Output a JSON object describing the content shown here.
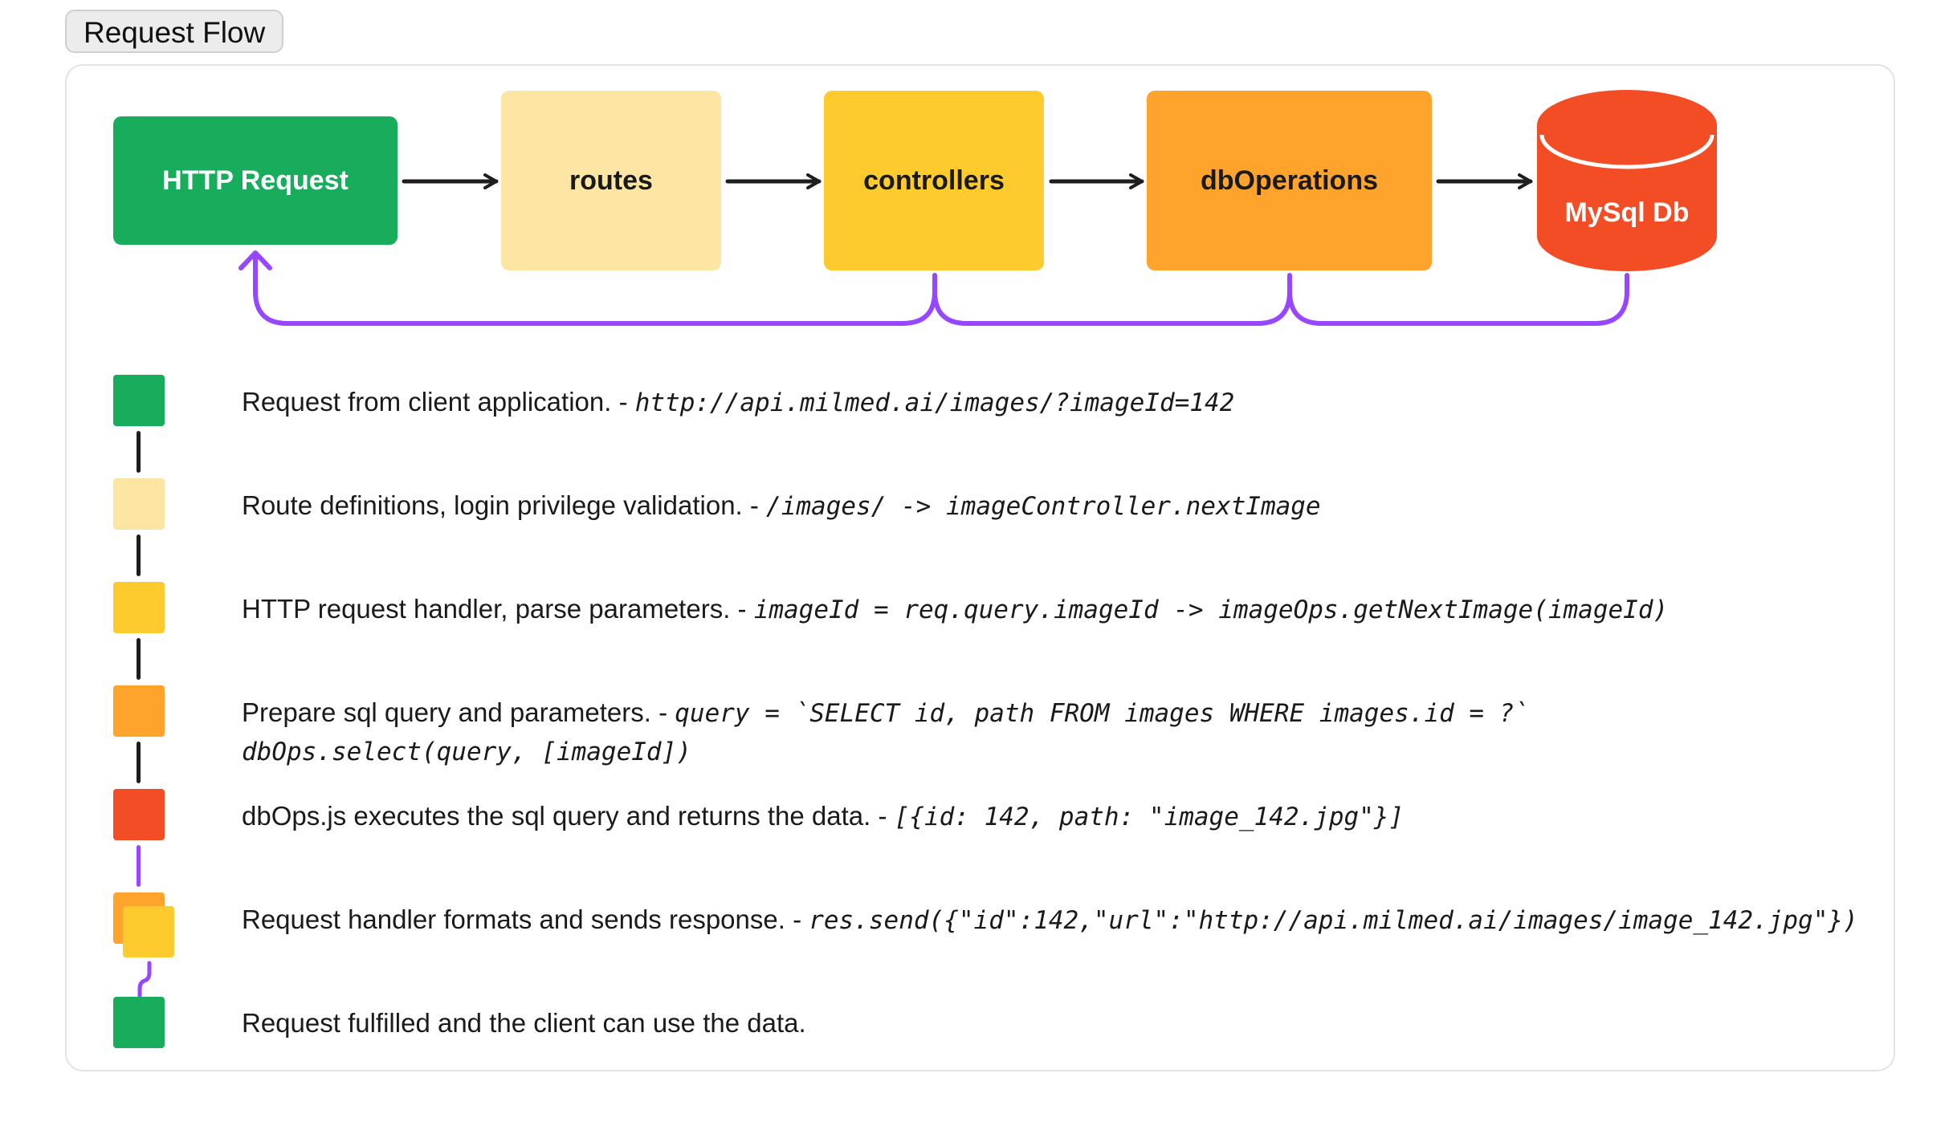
{
  "frame": {
    "title": "Request Flow"
  },
  "nodes": {
    "http_request": "HTTP Request",
    "routes": "routes",
    "controllers": "controllers",
    "db_operations": "dbOperations",
    "mysql_db": "MySql Db"
  },
  "colors": {
    "green": "#17ad5c",
    "pale_yellow": "#fde6a3",
    "yellow": "#fecb2f",
    "orange": "#fea42d",
    "red": "#f24d24",
    "purple": "#9747ff",
    "arrow": "#1e1e1e"
  },
  "steps": [
    {
      "text": "Request from client application. - ",
      "code": "http://api.milmed.ai/images/?imageId=142"
    },
    {
      "text": "Route definitions, login privilege validation. - ",
      "code": "/images/ -> imageController.nextImage"
    },
    {
      "text": "HTTP request handler, parse parameters. - ",
      "code": "imageId = req.query.imageId -> imageOps.getNextImage(imageId)"
    },
    {
      "text": "Prepare sql query and parameters. - ",
      "code": "query = `SELECT id, path FROM images WHERE images.id = ?`",
      "code2": "dbOps.select(query, [imageId])"
    },
    {
      "text": "dbOps.js executes the sql query and returns the data. - ",
      "code": "[{id: 142, path: \"image_142.jpg\"}]"
    },
    {
      "text": "Request handler formats and sends response. - ",
      "code": "res.send({\"id\":142,\"url\":\"http://api.milmed.ai/images/image_142.jpg\"})"
    },
    {
      "text": "Request fulfilled and the client can use the data.",
      "code": ""
    }
  ]
}
